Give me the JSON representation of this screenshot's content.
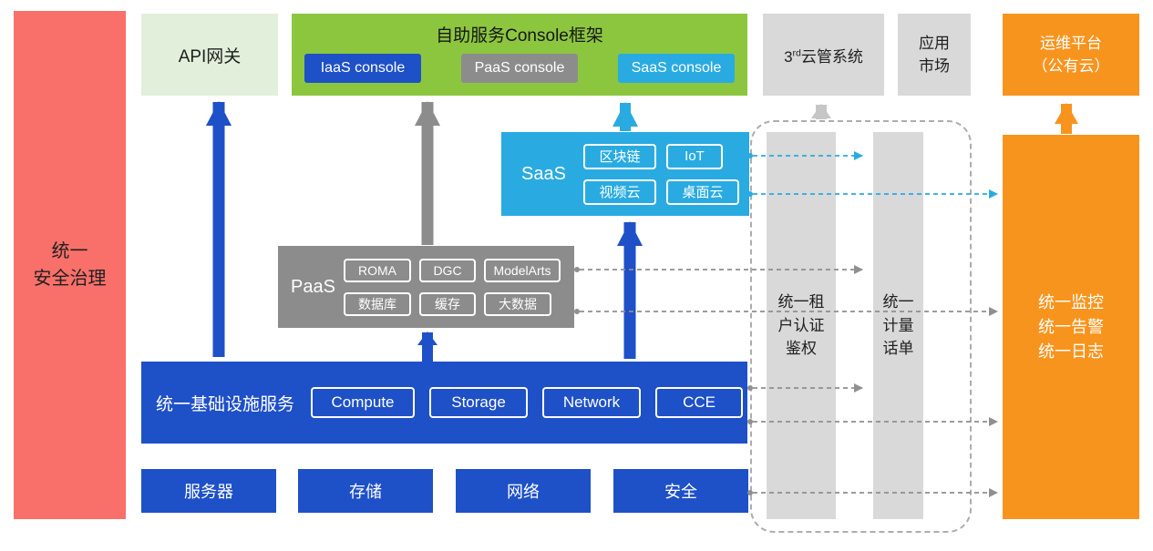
{
  "colors": {
    "coral_red": "#F9706A",
    "light_green": "#E2EFDA",
    "green": "#8CC63F",
    "blue": "#1E50C8",
    "gray": "#8C8C8C",
    "light_gray": "#D9D9D9",
    "cyan": "#29ABE2",
    "orange": "#F7941E"
  },
  "left_bar": {
    "label": "统一\n安全治理"
  },
  "api_gateway": {
    "label": "API网关"
  },
  "console_frame": {
    "title": "自助服务Console框架",
    "items": [
      {
        "label": "IaaS console"
      },
      {
        "label": "PaaS console"
      },
      {
        "label": "SaaS console"
      }
    ]
  },
  "third_party_cloud": {
    "prefix": "3",
    "sup": "rd",
    "suffix": "云管系统"
  },
  "app_market": {
    "label": "应用\n市场"
  },
  "ops_platform": {
    "label": "运维平台\n（公有云）"
  },
  "saas": {
    "label": "SaaS",
    "items": [
      "区块链",
      "IoT",
      "视频云",
      "桌面云"
    ]
  },
  "paas": {
    "label": "PaaS",
    "items": [
      "ROMA",
      "DGC",
      "ModelArts",
      "数据库",
      "缓存",
      "大数据"
    ]
  },
  "infrastructure": {
    "label": "统一基础设施服务",
    "items": [
      "Compute",
      "Storage",
      "Network",
      "CCE"
    ]
  },
  "bottom_boxes": [
    "服务器",
    "存储",
    "网络",
    "安全"
  ],
  "auth_bar": {
    "label": "统一租\n户认证\n鉴权"
  },
  "billing_bar": {
    "label": "统一\n计量\n话单"
  },
  "monitor_bar": {
    "label": "统一监控\n统一告警\n统一日志"
  }
}
